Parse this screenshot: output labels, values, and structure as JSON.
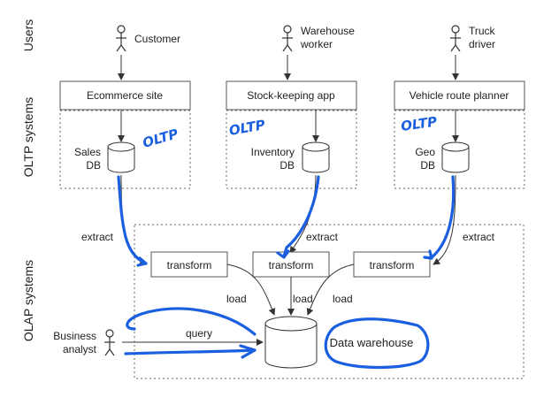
{
  "tiers": {
    "users": "Users",
    "oltp": "OLTP systems",
    "olap": "OLAP systems"
  },
  "actors": {
    "customer": "Customer",
    "warehouse_worker": [
      "Warehouse",
      "worker"
    ],
    "truck_driver": [
      "Truck",
      "driver"
    ],
    "business_analyst": [
      "Business",
      "analyst"
    ]
  },
  "apps": {
    "ecommerce": "Ecommerce site",
    "stock": "Stock-keeping app",
    "route": "Vehicle route planner"
  },
  "databases": {
    "sales": [
      "Sales",
      "DB"
    ],
    "inventory": [
      "Inventory",
      "DB"
    ],
    "geo": [
      "Geo",
      "DB"
    ]
  },
  "flow": {
    "extract": "extract",
    "transform": "transform",
    "load": "load",
    "query": "query",
    "warehouse": "Data warehouse"
  },
  "annotations": {
    "oltp": "OLTP"
  },
  "colors": {
    "annotation": "#1a5fe0",
    "ink": "#222222",
    "border": "#555555"
  }
}
